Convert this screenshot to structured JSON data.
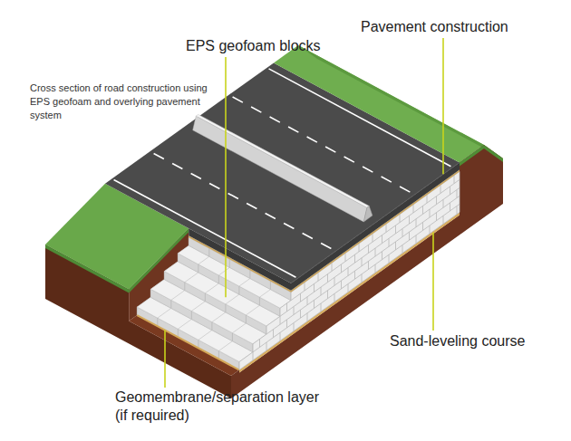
{
  "diagram": {
    "caption": "Cross section of road construction using EPS geofoam and overlying pavement system",
    "labels": [
      "Pavement construction",
      "EPS geofoam blocks",
      "Sand-leveling course",
      "Geomembrane/separation layer (if required)"
    ]
  }
}
